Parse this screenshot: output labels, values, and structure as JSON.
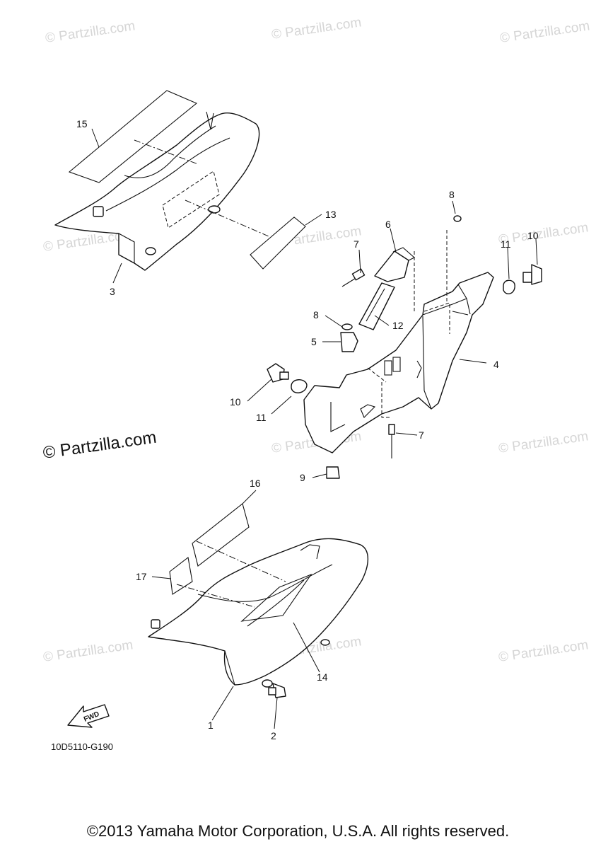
{
  "watermark": "© Partzilla.com",
  "diagram_code": "10D5110-G190",
  "fwd_label": "FWD",
  "copyright": "©2013 Yamaha Motor Corporation, U.S.A. All rights reserved.",
  "callouts": {
    "c1": "1",
    "c2": "2",
    "c3": "3",
    "c4": "4",
    "c5": "5",
    "c6": "6",
    "c7a": "7",
    "c7b": "7",
    "c8a": "8",
    "c8b": "8",
    "c9": "9",
    "c10a": "10",
    "c10b": "10",
    "c11a": "11",
    "c11b": "11",
    "c12": "12",
    "c13": "13",
    "c14": "14",
    "c15": "15",
    "c16": "16",
    "c17": "17"
  }
}
